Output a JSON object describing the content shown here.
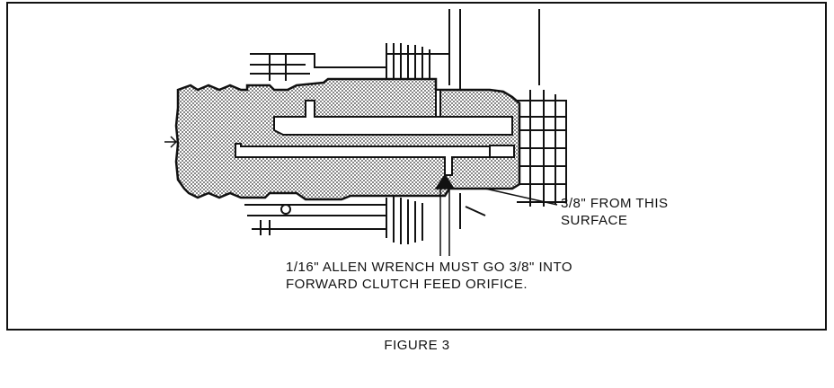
{
  "diagram": {
    "callouts": {
      "surface": {
        "line1": "3/8\" FROM THIS",
        "line2": "SURFACE"
      },
      "wrench": {
        "line1": "1/16\" ALLEN WRENCH MUST GO 3/8\" INTO",
        "line2": "FORWARD CLUTCH FEED ORIFICE."
      }
    },
    "caption": "FIGURE 3",
    "colors": {
      "ink": "#111111",
      "stipple": "#cfcfcf",
      "background": "#ffffff"
    }
  }
}
